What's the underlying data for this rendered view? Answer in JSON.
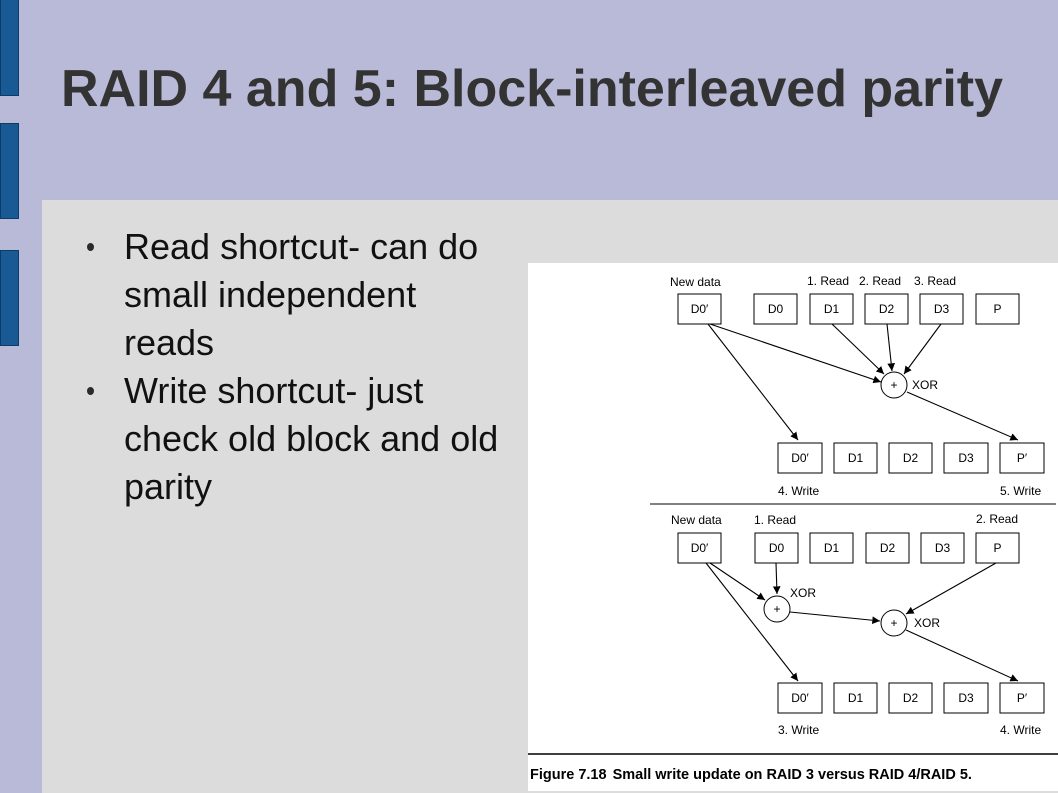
{
  "slide": {
    "title": "RAID 4 and 5: Block-interleaved parity",
    "bullets": [
      "Read shortcut- can do small independent reads",
      "Write shortcut- just check old block and old parity"
    ]
  },
  "figure": {
    "caption_label": "Figure 7.18",
    "caption_text": "Small write update on RAID 3 versus RAID 4/RAID 5.",
    "top": {
      "disks_in": [
        "D0′",
        "D0",
        "D1",
        "D2",
        "D3",
        "P"
      ],
      "labels_in": {
        "new_data": "New data",
        "read1": "1. Read",
        "read2": "2. Read",
        "read3": "3. Read"
      },
      "xor_symbol": "+",
      "xor_label": "XOR",
      "disks_out": [
        "D0′",
        "D1",
        "D2",
        "D3",
        "P′"
      ],
      "labels_out": {
        "write4": "4. Write",
        "write5": "5. Write"
      }
    },
    "bottom": {
      "disks_in": [
        "D0′",
        "D0",
        "D1",
        "D2",
        "D3",
        "P"
      ],
      "labels_in": {
        "new_data": "New data",
        "read1": "1. Read",
        "read2": "2. Read"
      },
      "xor1_symbol": "+",
      "xor1_label": "XOR",
      "xor2_symbol": "+",
      "xor2_label": "XOR",
      "disks_out": [
        "D0′",
        "D1",
        "D2",
        "D3",
        "P′"
      ],
      "labels_out": {
        "write3": "3. Write",
        "write4": "4. Write"
      }
    }
  },
  "colors": {
    "header_bg": "#b8bad8",
    "content_bg": "#dcdcdc",
    "side_tab": "#1a5a94"
  }
}
